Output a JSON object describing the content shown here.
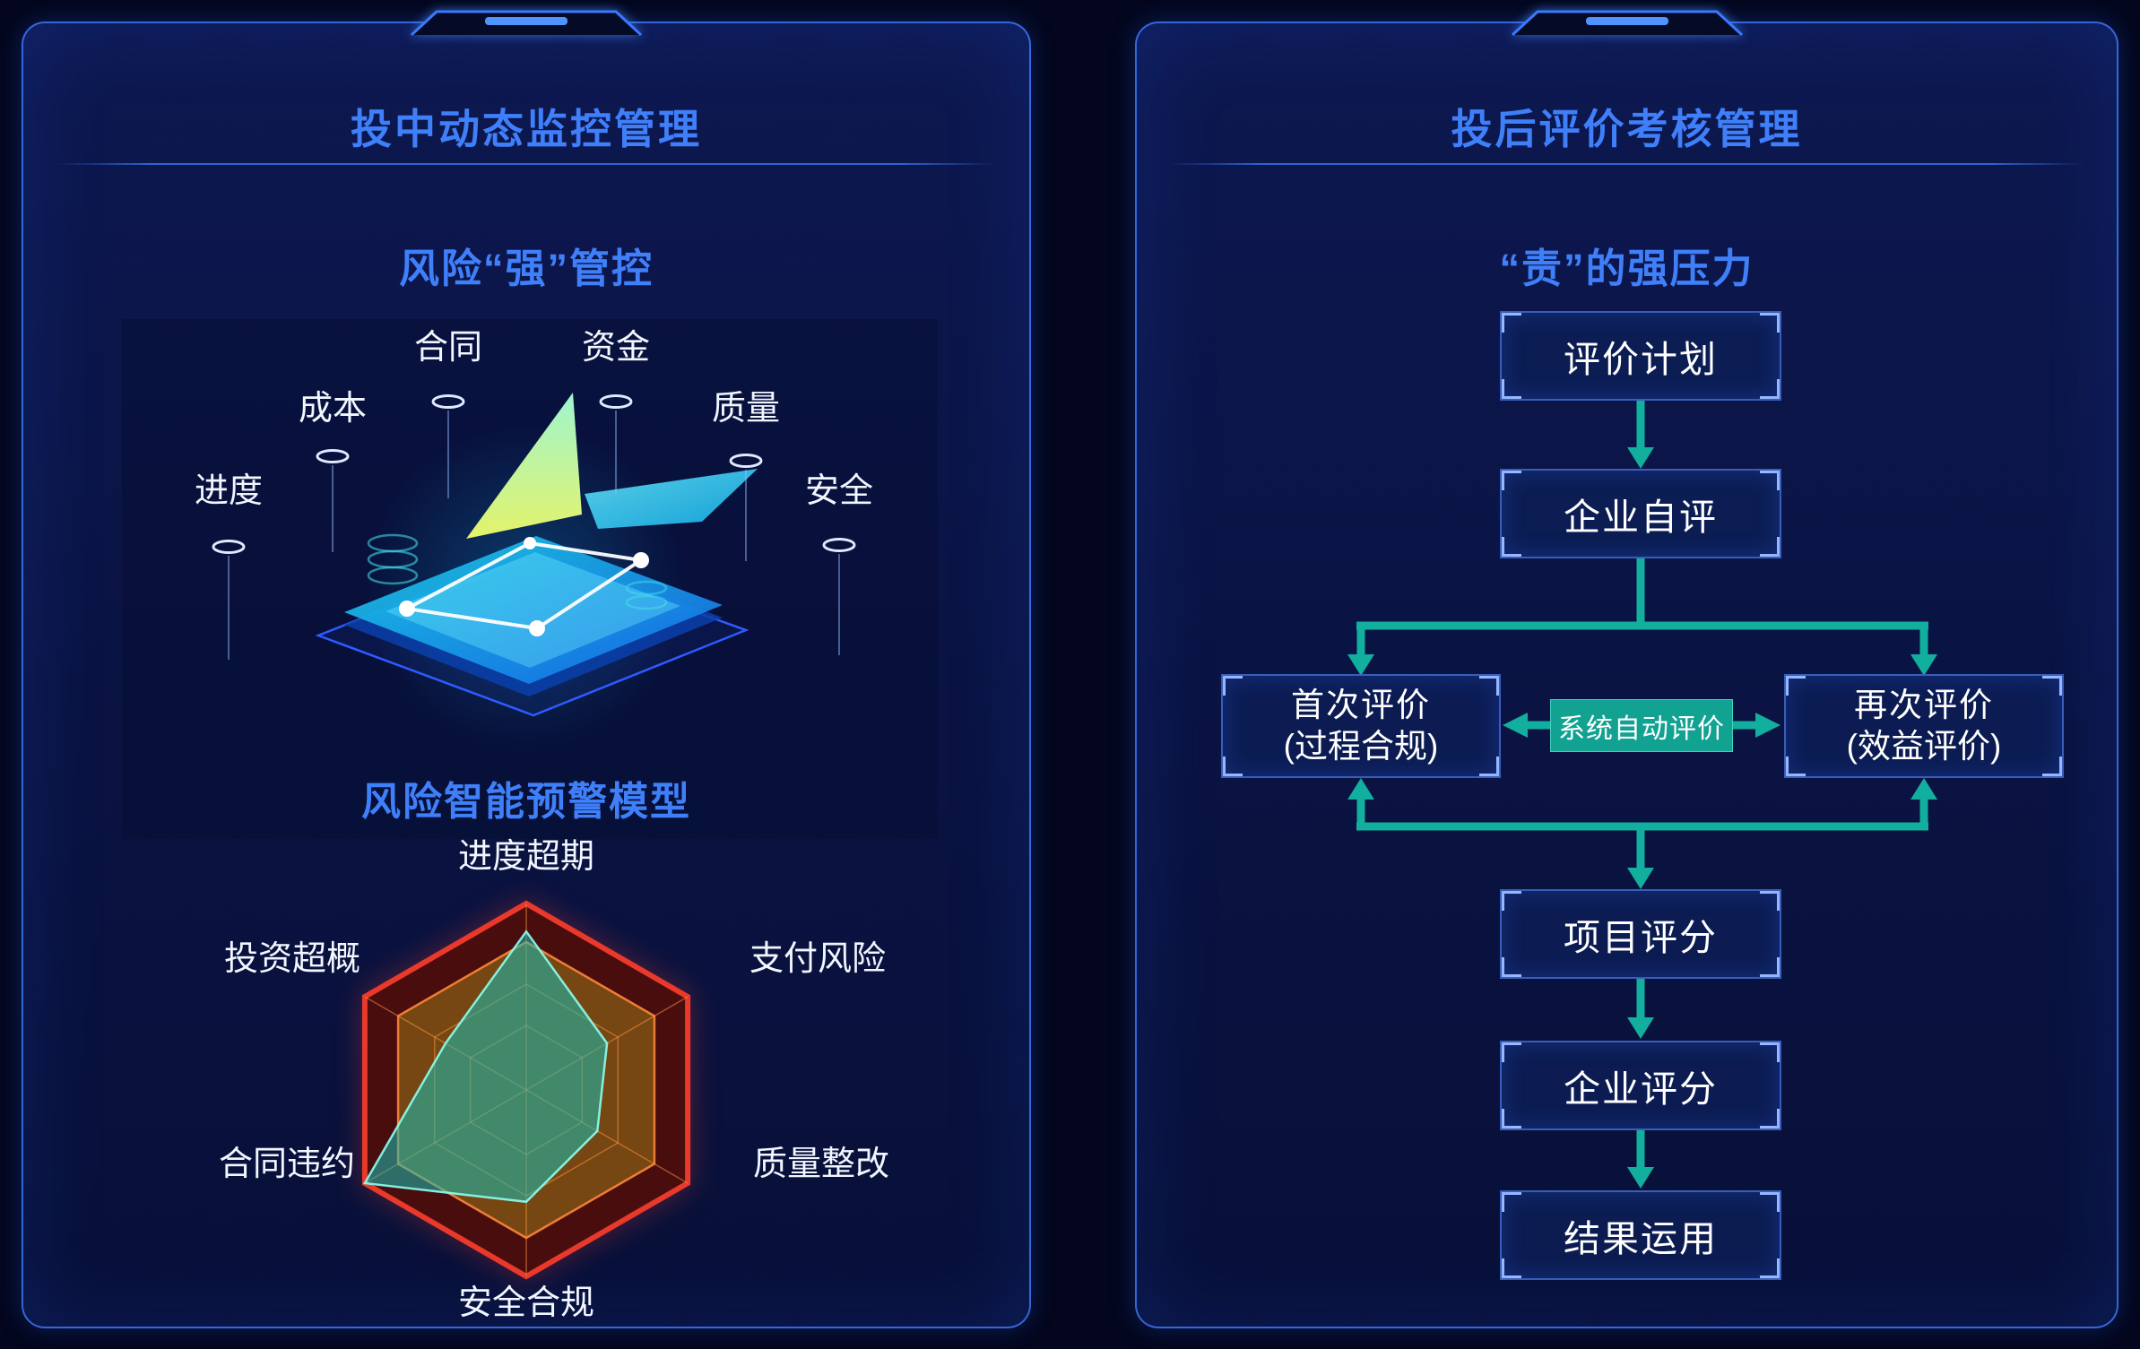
{
  "colors": {
    "background": "#03061c",
    "panel_border": "#2f6bff",
    "title_blue": "#3f80fa",
    "arrow_teal": "#12ae9e",
    "auto_box_teal": "#12a292",
    "radar_outer_red": "#e8392b",
    "radar_inner_orange": "#ff8a3a",
    "radar_data_teal": "#17beb2",
    "text_white": "#f2f6ff"
  },
  "left_panel": {
    "title": "投中动态监控管理",
    "subtitle": "风险“强”管控",
    "risk_labels": [
      "合同",
      "资金",
      "成本",
      "质量",
      "进度",
      "安全"
    ],
    "model_title": "风险智能预警模型"
  },
  "right_panel": {
    "title": "投后评价考核管理",
    "subtitle": "“责”的强压力",
    "flow": {
      "plan": "评价计划",
      "self_eval": "企业自评",
      "first_eval_line1": "首次评价",
      "first_eval_line2": "(过程合规)",
      "re_eval_line1": "再次评价",
      "re_eval_line2": "(效益评价)",
      "auto_eval": "系统自动评价",
      "project_score": "项目评分",
      "company_score": "企业评分",
      "result_use": "结果运用"
    }
  },
  "chart_data": {
    "type": "radar",
    "title": "风险智能预警模型",
    "categories": [
      "进度超期",
      "支付风险",
      "质量整改",
      "安全合规",
      "合同违约",
      "投资超概"
    ],
    "values": [
      0.85,
      0.5,
      0.44,
      0.6,
      1.0,
      0.5
    ],
    "scale_min": 0,
    "scale_max": 1,
    "grid_rings": 4,
    "legend": "none",
    "note": "values estimated from filled polygon extent, listed clockwise from top axis"
  }
}
